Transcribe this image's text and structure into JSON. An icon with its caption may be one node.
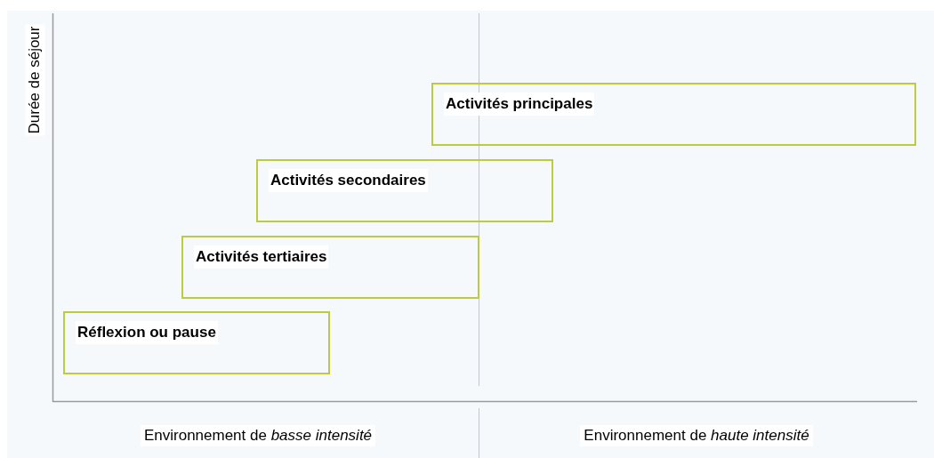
{
  "diagram": {
    "nodes": [
      {
        "text": [
          "Activités principales"
        ]
      },
      {
        "text": [
          "Activités secondaires"
        ]
      },
      {
        "text": [
          "Activités tertiaires"
        ]
      },
      {
        "text": [
          "Réflexion ou pause"
        ]
      }
    ],
    "labels": [
      "Durée de séjour",
      "Environnement de *basse intensité*",
      "Environnement de *haute intensité*"
    ]
  }
}
